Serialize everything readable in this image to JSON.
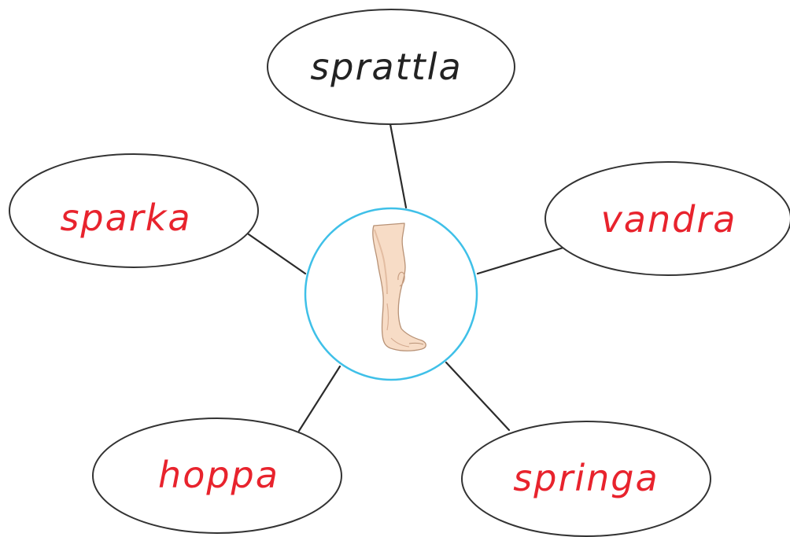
{
  "colors": {
    "example_word": "#222222",
    "answer_word": "#e8232d",
    "center_circle_stroke": "#3fc0e8",
    "bubble_stroke": "#333333",
    "connector": "#2b2b2b"
  },
  "center": {
    "icon": "leg-icon"
  },
  "words": {
    "top": {
      "text": "sprattla",
      "style": "example"
    },
    "left": {
      "text": "sparka",
      "style": "answer"
    },
    "right": {
      "text": "vandra",
      "style": "answer"
    },
    "bottom_left": {
      "text": "hoppa",
      "style": "answer"
    },
    "bottom_right": {
      "text": "springa",
      "style": "answer"
    }
  }
}
